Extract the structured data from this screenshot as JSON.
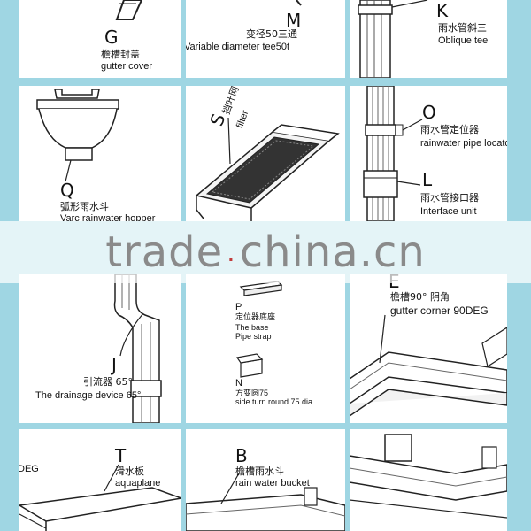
{
  "parts": {
    "g": {
      "letter": "G",
      "cn": "檐槽封盖",
      "en": "gutter cover"
    },
    "m": {
      "letter": "M",
      "cn": "变径50三通",
      "en": "Variable diameter tee50t"
    },
    "k": {
      "letter": "K",
      "cn": "雨水管斜三",
      "en": "Oblique tee"
    },
    "q": {
      "letter": "Q",
      "cn": "弧形雨水斗",
      "en": "Varc rainwater hopper"
    },
    "s": {
      "letter": "S",
      "cn": "挡叶网",
      "en": "filter"
    },
    "o": {
      "letter": "O",
      "cn": "雨水管定位器",
      "en": "rainwater pipe locato"
    },
    "l": {
      "letter": "L",
      "cn": "雨水管接口器",
      "en": "Interface unit"
    },
    "e": {
      "letter": "E",
      "cn": "檐槽90° 阴角",
      "en": "gutter corner 90DEG"
    },
    "p": {
      "letter": "P",
      "cn": "定位器底座",
      "en1": "The base",
      "en2": "Pipe strap"
    },
    "n": {
      "letter": "N",
      "cn": "方变圆75",
      "en": "side turn round 75 dia"
    },
    "j": {
      "letter": "J",
      "cn": "引流器 65°",
      "en": "The drainage device 65°"
    },
    "t": {
      "letter": "T",
      "cn": "滑水板",
      "en": "aquaplane"
    },
    "b": {
      "letter": "B",
      "cn": "檐槽雨水斗",
      "en": "rain water bucket"
    },
    "deg": {
      "text": "DEG"
    }
  },
  "watermark": {
    "part1": "trade",
    "dot": ".",
    "part2": "china.cn"
  }
}
